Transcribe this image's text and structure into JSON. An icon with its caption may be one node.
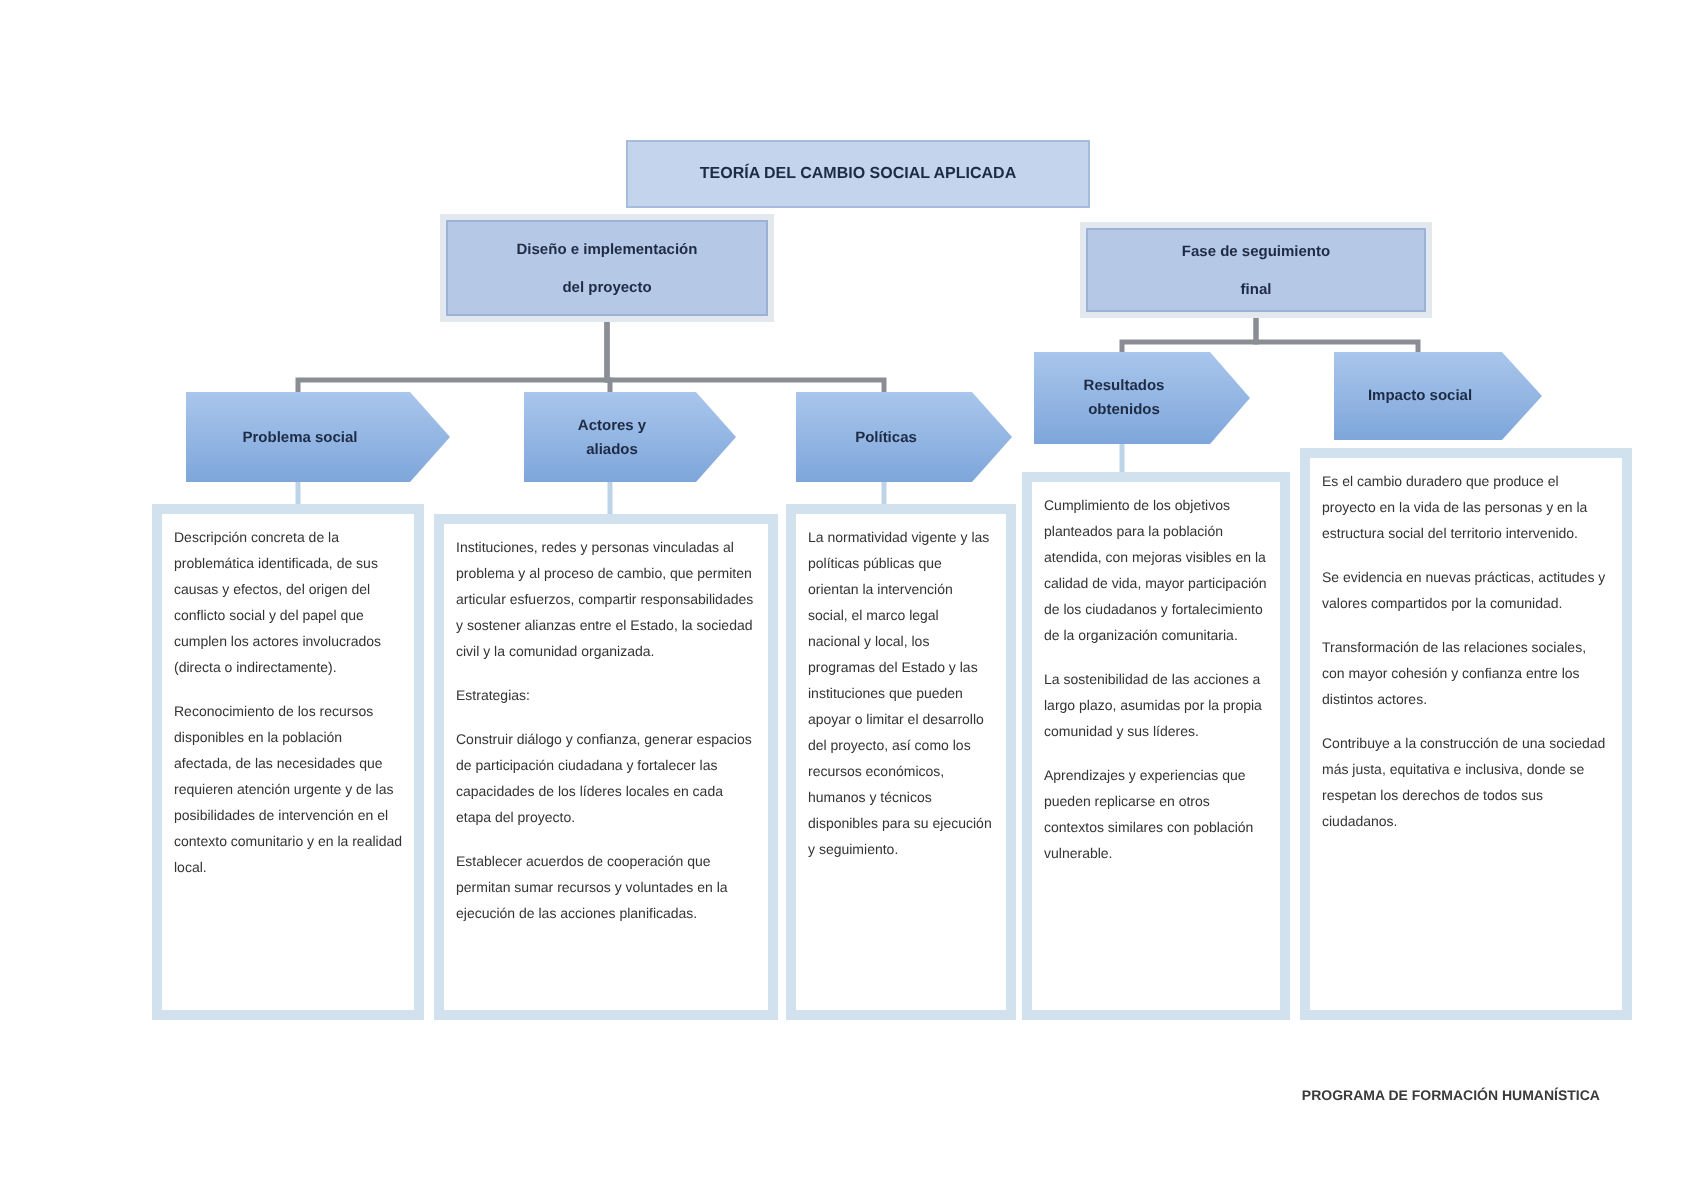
{
  "diagram": {
    "nodes": [
      {
        "text": [
          "TEORÍA DEL CAMBIO SOCIAL APLICADA"
        ]
      },
      {
        "text": [
          "Diseño e implementación del proyecto"
        ]
      },
      {
        "text": [
          "Fase de seguimiento final"
        ]
      },
      {
        "text": [
          "Problema social"
        ]
      },
      {
        "text": [
          "Actores y aliados"
        ]
      },
      {
        "text": [
          "Políticas"
        ]
      },
      {
        "text": [
          "Resultados obtenidos"
        ]
      },
      {
        "text": [
          "Impacto social"
        ]
      },
      {
        "text": [
          "Descripción concreta de la problemática identificada, de sus causas y efectos, del origen del conflicto social y del papel que cumplen los actores involucrados (directa o indirectamente).",
          "Reconocimiento de los recursos disponibles en la población afectada, de las necesidades que requieren atención urgente y de las posibilidades de intervención en el contexto comunitario y en la realidad local."
        ]
      },
      {
        "text": [
          "Instituciones, redes y personas vinculadas al problema y al proceso de cambio, que permiten articular esfuerzos, compartir responsabilidades y sostener alianzas entre el Estado, la sociedad civil y la comunidad organizada.",
          "Estrategias:",
          "Construir diálogo y confianza, generar espacios de participación ciudadana y fortalecer las capacidades de los líderes locales en cada etapa del proyecto.",
          "Establecer acuerdos de cooperación que permitan sumar recursos y voluntades en la ejecución de las acciones planificadas."
        ]
      },
      {
        "text": [
          "La normatividad vigente y las políticas públicas que orientan la intervención social, el marco legal nacional y local, los programas del Estado y las instituciones que pueden apoyar o limitar el desarrollo del proyecto, así como los recursos económicos, humanos y técnicos disponibles para su ejecución y seguimiento."
        ]
      },
      {
        "text": [
          "Cumplimiento de los objetivos planteados para la población atendida, con mejoras visibles en la calidad de vida, mayor participación de los ciudadanos y fortalecimiento de la organización comunitaria.",
          "La sostenibilidad de las acciones a largo plazo, asumidas por la propia comunidad y sus líderes.",
          "Aprendizajes y experiencias que pueden replicarse en otros contextos similares con población vulnerable."
        ]
      },
      {
        "text": [
          "Es el cambio duradero que produce el proyecto en la vida de las personas y en la estructura social del territorio intervenido.",
          "Se evidencia en nuevas prácticas, actitudes y valores compartidos por la comunidad.",
          "Transformación de las relaciones sociales, con mayor cohesión y confianza entre los distintos actores.",
          "Contribuye a la construcción de una sociedad más justa, equitativa e inclusiva, donde se respetan los derechos de todos sus ciudadanos."
        ]
      }
    ],
    "edges": [
      {
        "from": 1,
        "to": 3,
        "arrow": "none"
      },
      {
        "from": 1,
        "to": 4,
        "arrow": "none"
      },
      {
        "from": 1,
        "to": 5,
        "arrow": "none"
      },
      {
        "from": 2,
        "to": 6,
        "arrow": "none"
      },
      {
        "from": 2,
        "to": 7,
        "arrow": "none"
      },
      {
        "from": 3,
        "to": 8,
        "arrow": "none",
        "color": "#bcd3e8"
      },
      {
        "from": 4,
        "to": 9,
        "arrow": "none",
        "color": "#bcd3e8"
      },
      {
        "from": 5,
        "to": 10,
        "arrow": "none",
        "color": "#bcd3e8"
      },
      {
        "from": 6,
        "to": 11,
        "arrow": "none",
        "color": "#bcd3e8"
      }
    ],
    "labels": [
      "PROGRAMA DE FORMACIÓN HUMANÍSTICA"
    ]
  }
}
